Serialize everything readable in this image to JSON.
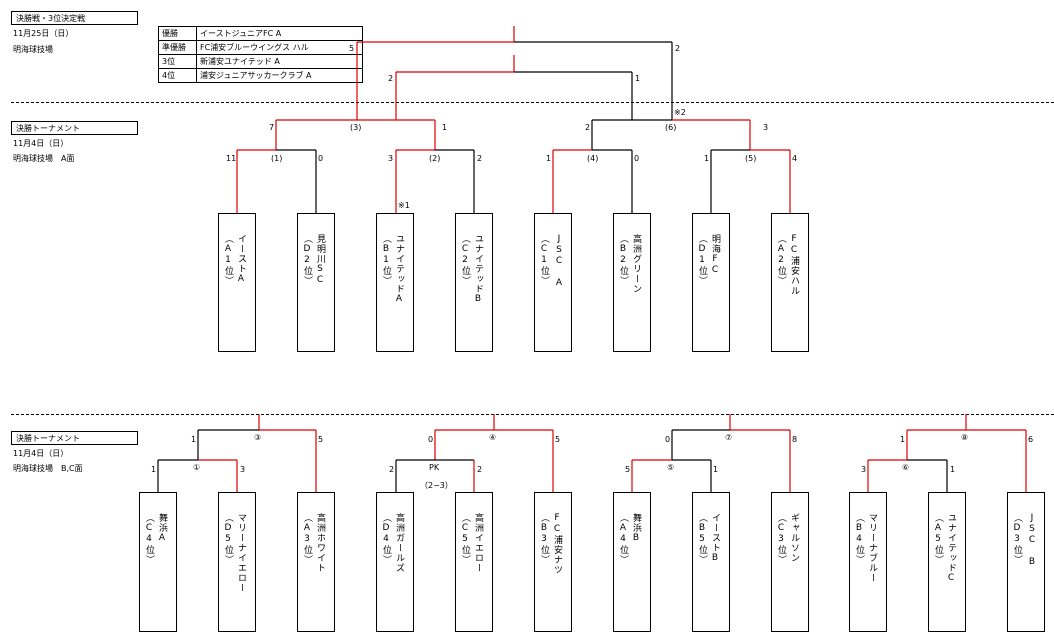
{
  "top": {
    "title": "決勝戦・3位決定戦",
    "date": "11月25日（日）",
    "venue": "明海球技場",
    "ranks": [
      {
        "rank": "優勝",
        "team": "イーストジュニアFC A"
      },
      {
        "rank": "準優勝",
        "team": "FC浦安ブルーウイングス ハル"
      },
      {
        "rank": "3位",
        "team": "新浦安ユナイテッド A"
      },
      {
        "rank": "4位",
        "team": "浦安ジュニアサッカークラブ A"
      }
    ]
  },
  "section_a": {
    "title": "決勝トーナメント",
    "date": "11月4日（日）",
    "venue": "明海球技場　A面",
    "teams": [
      {
        "name": "イーストA",
        "group": "（A1位）"
      },
      {
        "name": "見明川SC",
        "group": "（D2位）"
      },
      {
        "name": "ユナイテッドA",
        "group": "（B1位）"
      },
      {
        "name": "ユナイテッドB",
        "group": "（C2位）"
      },
      {
        "name": "JSC A",
        "group": "（C1位）"
      },
      {
        "name": "高洲グリーン",
        "group": "（B2位）"
      },
      {
        "name": "明海FC",
        "group": "（D1位）"
      },
      {
        "name": "FC浦安ハル",
        "group": "（A2位）"
      }
    ],
    "matches": [
      {
        "no": "(1)",
        "left": "11",
        "right": "0"
      },
      {
        "no": "(2)",
        "left": "3",
        "right": "2"
      },
      {
        "no": "(4)",
        "left": "1",
        "right": "0"
      },
      {
        "no": "(5)",
        "left": "1",
        "right": "4"
      },
      {
        "no": "(3)",
        "left": "7",
        "right": "1"
      },
      {
        "no": "(6)",
        "left": "2",
        "right": "3"
      }
    ],
    "final": {
      "left": "5",
      "right": "2"
    },
    "third": {
      "left": "2",
      "right": "1"
    },
    "note1": "※1",
    "note2": "※2"
  },
  "section_bc": {
    "title": "決勝トーナメント",
    "date": "11月4日（日）",
    "venue": "明海球技場　B,C面",
    "teams": [
      {
        "name": "舞浜A",
        "group": "（C4位）"
      },
      {
        "name": "マリーナイエロー",
        "group": "（D5位）"
      },
      {
        "name": "高洲ホワイト",
        "group": "（A3位）"
      },
      {
        "name": "高洲ガールズ",
        "group": "（D4位）"
      },
      {
        "name": "高洲イエロー",
        "group": "（C5位）"
      },
      {
        "name": "FC浦安ナツ",
        "group": "（B3位）"
      },
      {
        "name": "舞浜B",
        "group": "（A4位）"
      },
      {
        "name": "イーストB",
        "group": "（B5位）"
      },
      {
        "name": "ギャルソン",
        "group": "（C3位）"
      },
      {
        "name": "マリーナブルー",
        "group": "（B4位）"
      },
      {
        "name": "ユナイテッドC",
        "group": "（A5位）"
      },
      {
        "name": "JSC B",
        "group": "（D3位）"
      }
    ],
    "matches": [
      {
        "no": "①",
        "left": "1",
        "right": "3"
      },
      {
        "no": "PK",
        "left": "2",
        "right": "2",
        "pk": "（2−3）"
      },
      {
        "no": "⑤",
        "left": "5",
        "right": "1"
      },
      {
        "no": "⑥",
        "left": "3",
        "right": "1"
      },
      {
        "no": "③",
        "left": "1",
        "right": "5"
      },
      {
        "no": "④",
        "left": "0",
        "right": "5"
      },
      {
        "no": "⑦",
        "left": "0",
        "right": "8"
      },
      {
        "no": "⑧",
        "left": "1",
        "right": "6"
      }
    ]
  }
}
